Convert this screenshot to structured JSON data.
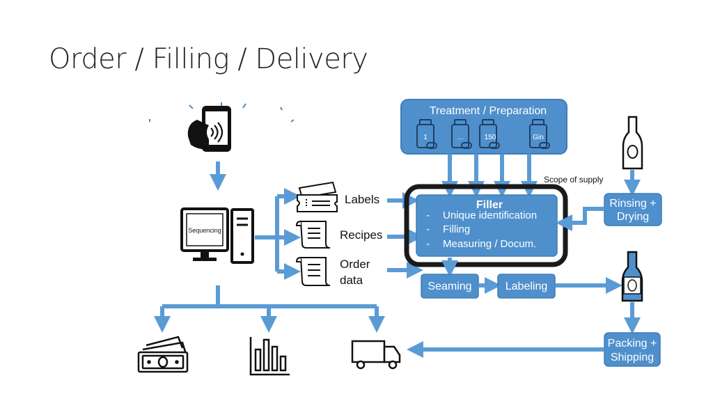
{
  "title": "Order / Filling / Delivery",
  "colors": {
    "accent": "#5b9bd5",
    "box_fill": "#4f90cc",
    "box_border": "#3d7db8",
    "frame": "#1a1a1a"
  },
  "computer": {
    "screen_label": "Sequencing"
  },
  "outputs": {
    "labels": "Labels",
    "recipes": "Recipes",
    "order_data_line1": "Order",
    "order_data_line2": "data"
  },
  "treatment": {
    "title": "Treatment / Preparation",
    "jars": [
      "1",
      "…",
      "150",
      "Gin"
    ]
  },
  "scope": "Scope of supply",
  "filler": {
    "title": "Filler",
    "items": [
      "Unique identification",
      "Filling",
      "Measuring / Docum."
    ]
  },
  "rinsing": {
    "line1": "Rinsing +",
    "line2": "Drying"
  },
  "seaming": "Seaming",
  "labeling": "Labeling",
  "packing": {
    "line1": "Packing +",
    "line2": "Shipping"
  }
}
